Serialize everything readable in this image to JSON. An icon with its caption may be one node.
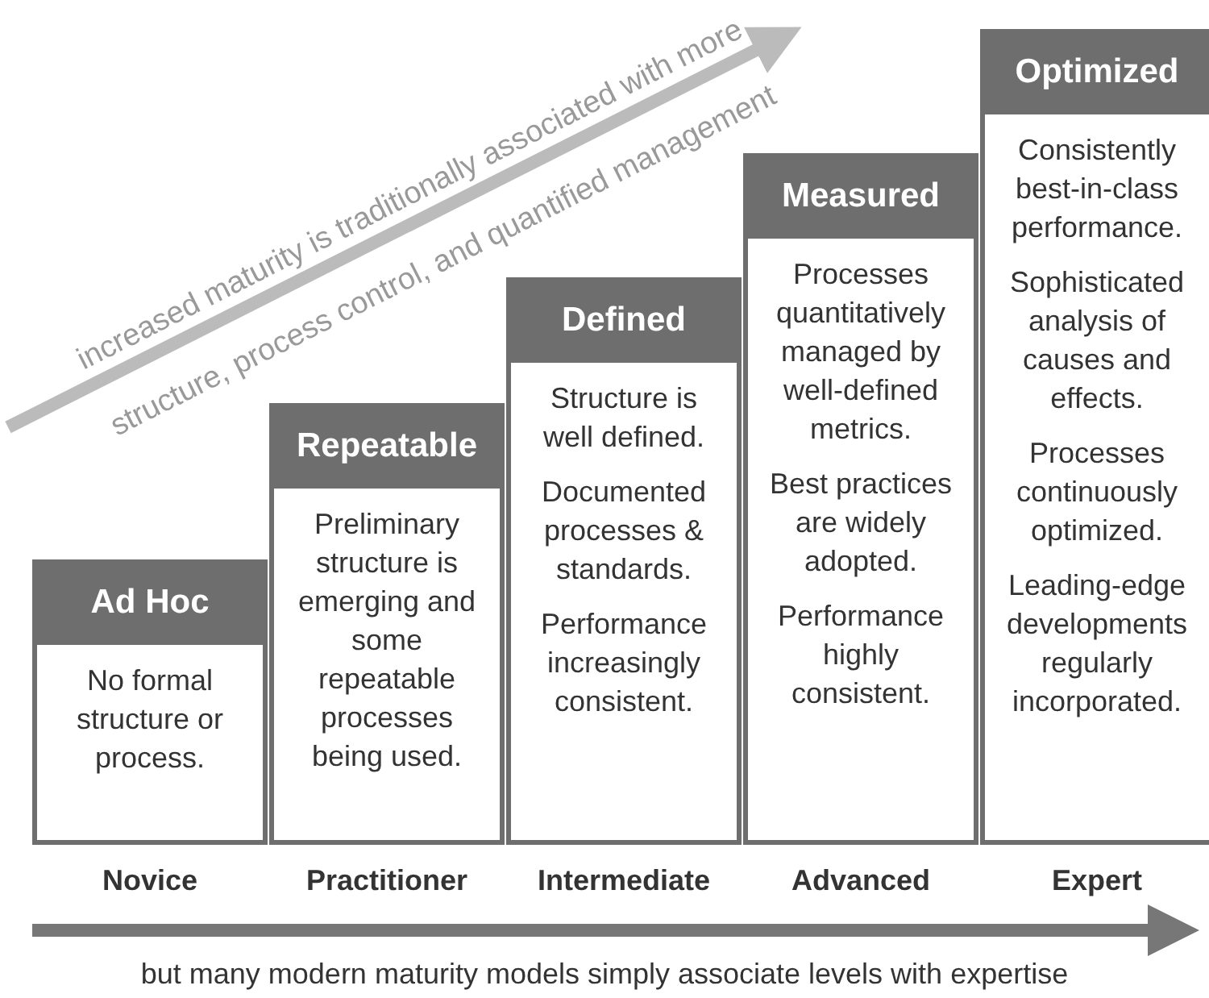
{
  "diagram": {
    "nodes": [
      {
        "text": [
          "Ad Hoc",
          "No formal structure or process."
        ]
      },
      {
        "text": [
          "Repeatable",
          "Preliminary structure is emerging and some repeatable processes being used."
        ]
      },
      {
        "text": [
          "Defined",
          "Structure is well defined.",
          "Documented processes & standards.",
          "Performance increasingly consistent."
        ]
      },
      {
        "text": [
          "Measured",
          "Processes quantitatively managed by well-defined metrics.",
          "Best practices are widely adopted.",
          "Performance highly consistent."
        ]
      },
      {
        "text": [
          "Optimized",
          "Consistently best-in-class performance.",
          "Sophisticated analysis of causes and effects.",
          "Processes continuously optimized.",
          "Leading-edge developments regularly incorporated."
        ]
      }
    ],
    "labels": [
      "increased maturity is traditionally associated with more structure, process control, and quantified management",
      "Novice",
      "Practitioner",
      "Intermediate",
      "Advanced",
      "Expert",
      "but many modern maturity models simply associate levels with expertise"
    ]
  }
}
